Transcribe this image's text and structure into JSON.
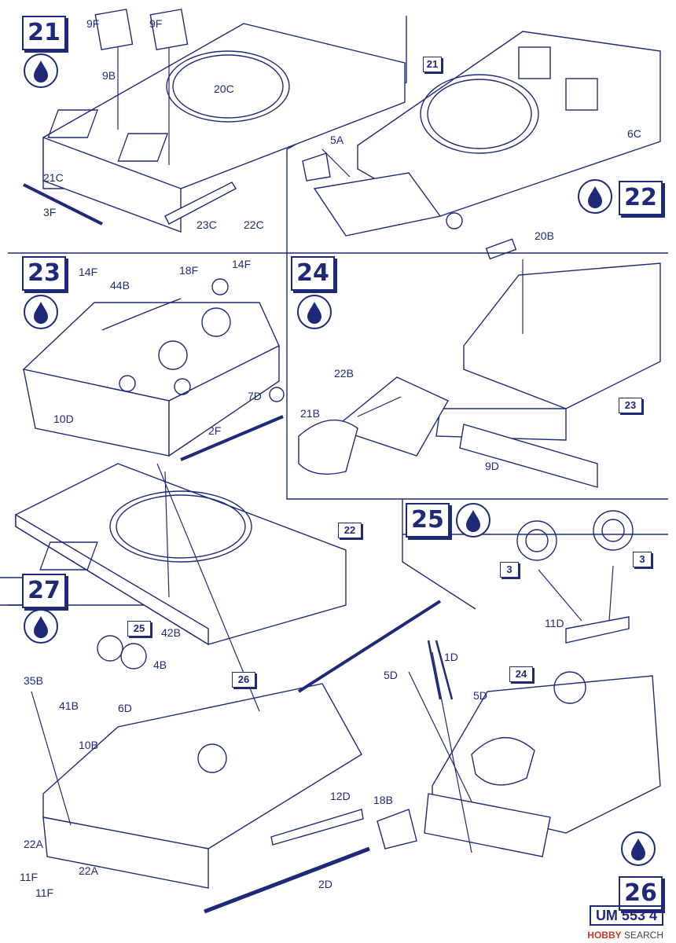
{
  "steps": {
    "s21": {
      "number": "21"
    },
    "s22": {
      "number": "22"
    },
    "s23": {
      "number": "23"
    },
    "s24": {
      "number": "24"
    },
    "s25": {
      "number": "25"
    },
    "s26": {
      "number": "26"
    },
    "s27": {
      "number": "27"
    }
  },
  "step21": {
    "labels": [
      "9F",
      "9F",
      "9B",
      "20C",
      "21C",
      "3F",
      "23C",
      "22C"
    ]
  },
  "step22": {
    "labels": [
      "5A",
      "6C"
    ],
    "ref": "21"
  },
  "step23": {
    "labels": [
      "14F",
      "44B",
      "18F",
      "14F",
      "7D",
      "10D",
      "2F"
    ]
  },
  "step24": {
    "labels": [
      "20B",
      "22B",
      "21B",
      "9D"
    ],
    "ref": "23"
  },
  "step25": {
    "labels": [
      "11D"
    ],
    "refs": [
      "3",
      "3"
    ]
  },
  "step26": {
    "labels": [
      "1D",
      "5D",
      "5D",
      "18B",
      "2D"
    ],
    "ref": "24"
  },
  "step27": {
    "labels": [
      "42B",
      "4B",
      "6D",
      "35B",
      "41B",
      "10B",
      "12D",
      "22A",
      "22A",
      "11F",
      "11F"
    ],
    "refs": [
      "25",
      "26",
      "22"
    ]
  },
  "footer": {
    "code": "UM 553",
    "page": "4"
  },
  "watermark": {
    "brand": "HOBBY",
    "rest": "SEARCH"
  },
  "colors": {
    "ink": "#1e2a78",
    "background": "#ffffff"
  },
  "icons": [
    "glue-drop-icon",
    "optional-part-icon",
    "gear-move-icon"
  ]
}
